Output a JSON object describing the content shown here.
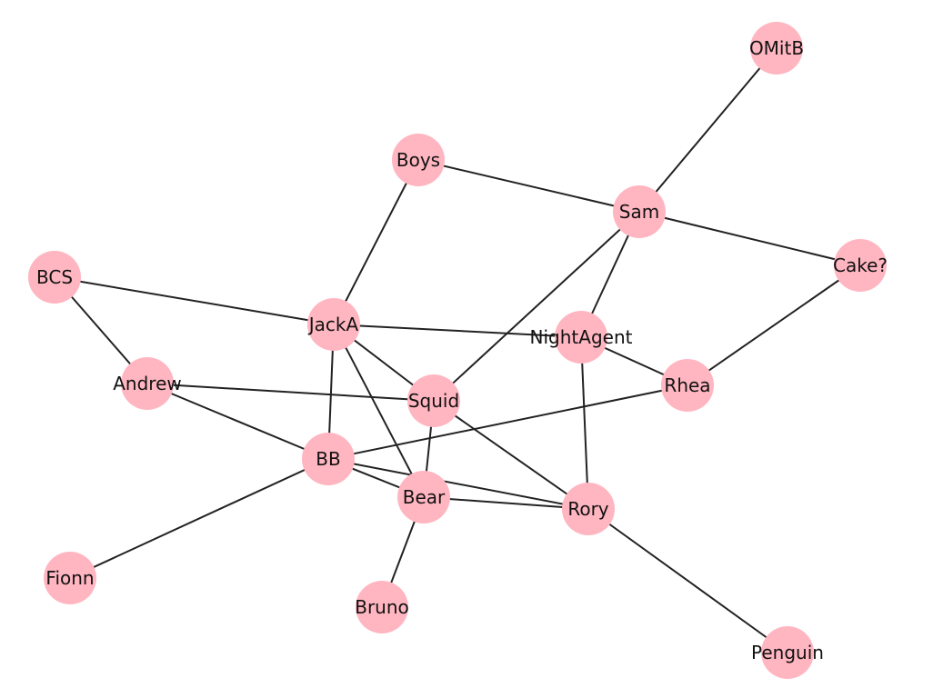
{
  "colors": {
    "node_fill": "#ffb6c1",
    "edge": "#222222",
    "label": "#111111",
    "background": "#ffffff"
  },
  "nodes": [
    {
      "id": "OMitB",
      "label": "OMitB"
    },
    {
      "id": "Boys",
      "label": "Boys"
    },
    {
      "id": "Sam",
      "label": "Sam"
    },
    {
      "id": "BCS",
      "label": "BCS"
    },
    {
      "id": "Cake?",
      "label": "Cake?"
    },
    {
      "id": "JackA",
      "label": "JackA"
    },
    {
      "id": "NightAgent",
      "label": "NightAgent"
    },
    {
      "id": "Andrew",
      "label": "Andrew"
    },
    {
      "id": "Squid",
      "label": "Squid"
    },
    {
      "id": "Rhea",
      "label": "Rhea"
    },
    {
      "id": "BB",
      "label": "BB"
    },
    {
      "id": "Bear",
      "label": "Bear"
    },
    {
      "id": "Rory",
      "label": "Rory"
    },
    {
      "id": "Fionn",
      "label": "Fionn"
    },
    {
      "id": "Bruno",
      "label": "Bruno"
    },
    {
      "id": "Penguin",
      "label": "Penguin"
    }
  ],
  "edges": [
    [
      "OMitB",
      "Sam"
    ],
    [
      "Boys",
      "Sam"
    ],
    [
      "Boys",
      "JackA"
    ],
    [
      "Sam",
      "Cake?"
    ],
    [
      "Sam",
      "NightAgent"
    ],
    [
      "Sam",
      "Squid"
    ],
    [
      "BCS",
      "JackA"
    ],
    [
      "BCS",
      "Andrew"
    ],
    [
      "Cake?",
      "Rhea"
    ],
    [
      "JackA",
      "NightAgent"
    ],
    [
      "JackA",
      "Squid"
    ],
    [
      "JackA",
      "BB"
    ],
    [
      "JackA",
      "Bear"
    ],
    [
      "NightAgent",
      "Rhea"
    ],
    [
      "NightAgent",
      "Rory"
    ],
    [
      "Andrew",
      "Squid"
    ],
    [
      "Andrew",
      "BB"
    ],
    [
      "Squid",
      "Bear"
    ],
    [
      "Squid",
      "Rory"
    ],
    [
      "Rhea",
      "BB"
    ],
    [
      "BB",
      "Bear"
    ],
    [
      "BB",
      "Rory"
    ],
    [
      "BB",
      "Fionn"
    ],
    [
      "Bear",
      "Rory"
    ],
    [
      "Bear",
      "Bruno"
    ],
    [
      "Rory",
      "Penguin"
    ]
  ]
}
